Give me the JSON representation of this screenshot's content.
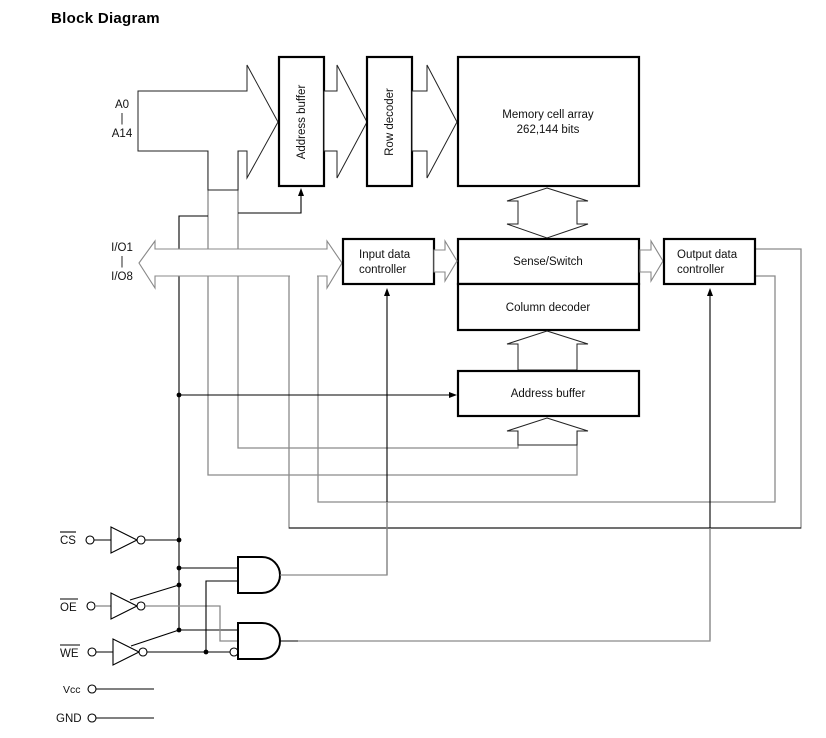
{
  "title": "Block Diagram",
  "blocks": {
    "address_buffer_row": "Address buffer",
    "row_decoder": "Row decoder",
    "memory_array_line1": "Memory cell array",
    "memory_array_line2": "262,144 bits",
    "sense_switch": "Sense/Switch",
    "column_decoder": "Column decoder",
    "address_buffer_col": "Address buffer",
    "input_ctrl_line1": "Input data",
    "input_ctrl_line2": "controller",
    "output_ctrl_line1": "Output data",
    "output_ctrl_line2": "controller"
  },
  "signals": {
    "addr_top": "A0",
    "addr_sep": "|",
    "addr_bottom": "A14",
    "io_top": "I/O1",
    "io_sep": "|",
    "io_bottom": "I/O8",
    "cs": "CS",
    "oe": "OE",
    "we": "WE",
    "vcc": "Vcc",
    "gnd": "GND"
  },
  "active_low": [
    "CS",
    "OE",
    "WE"
  ],
  "memory_capacity_bits": 262144
}
